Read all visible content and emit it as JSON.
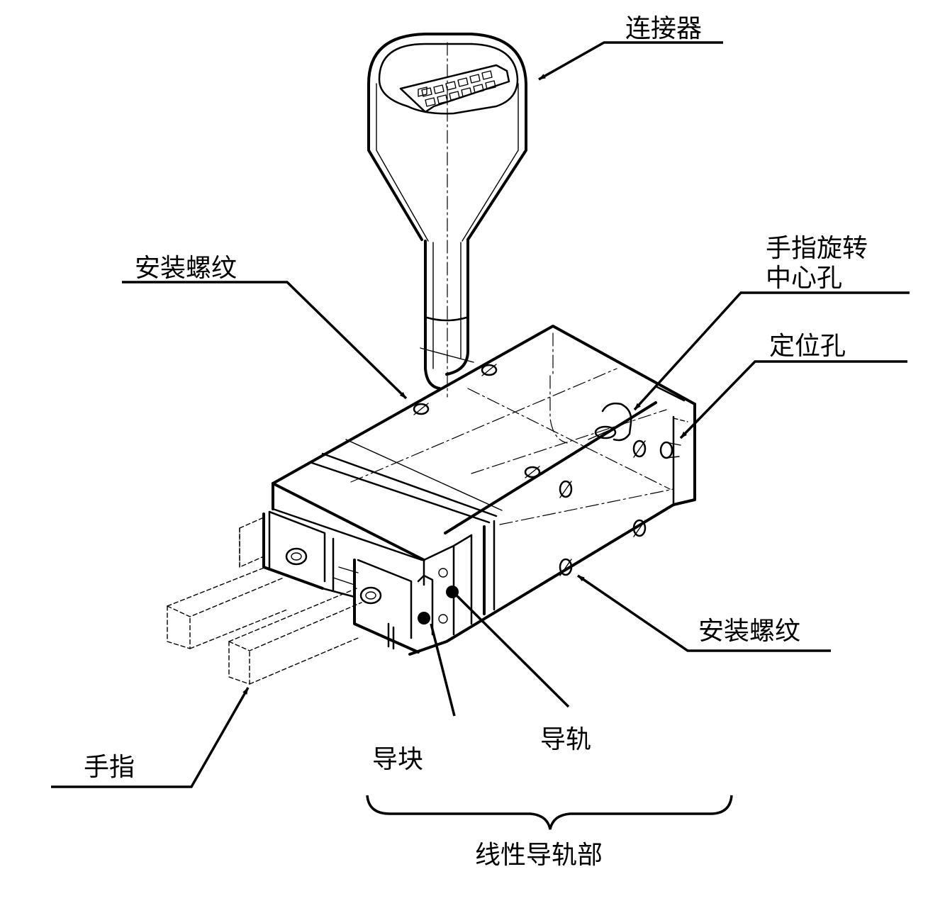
{
  "labels": {
    "connector": "连接器",
    "mount_thread_top": "安装螺纹",
    "finger_pivot_hole_line1": "手指旋转",
    "finger_pivot_hole_line2": "中心孔",
    "locating_hole": "定位孔",
    "mount_thread_bottom": "安装螺纹",
    "guide_rail": "导轨",
    "guide_block": "导块",
    "finger": "手指",
    "linear_guide_section": "线性导轨部"
  },
  "colors": {
    "line": "#000000",
    "background": "#ffffff"
  }
}
